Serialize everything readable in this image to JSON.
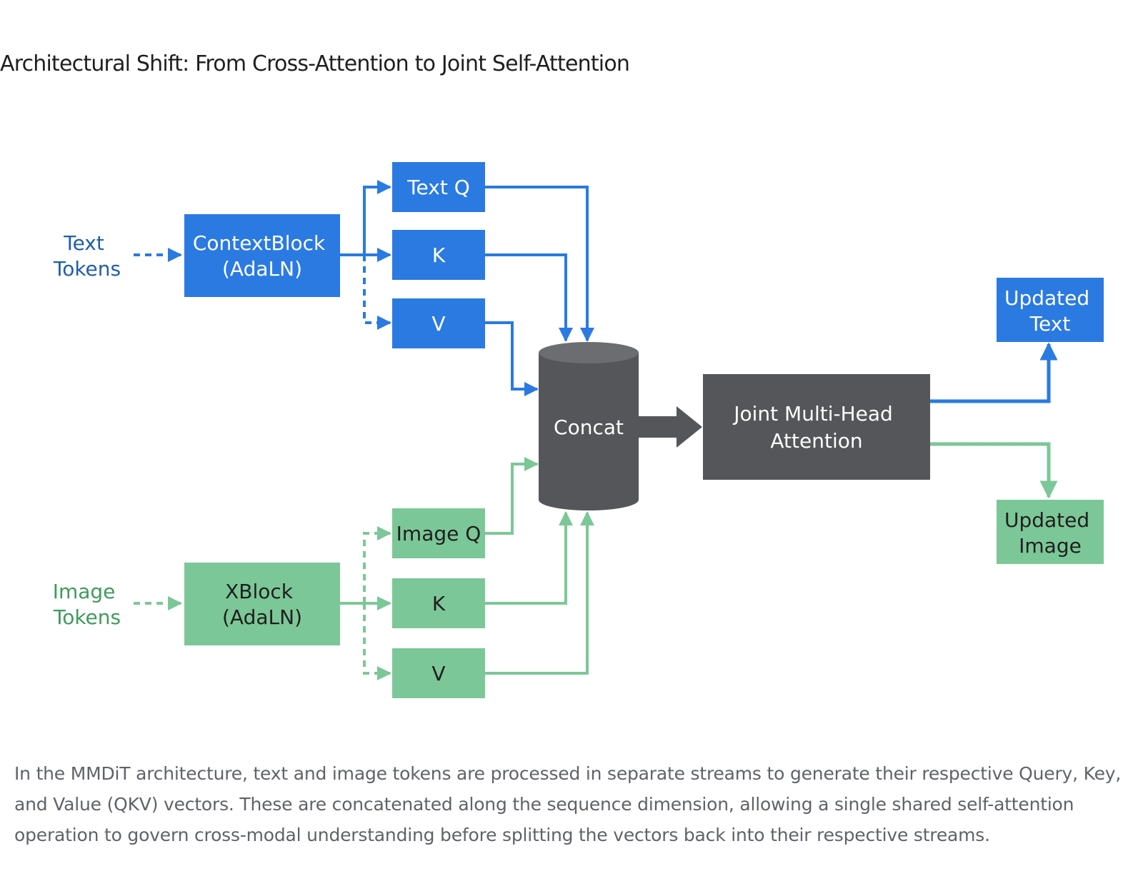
{
  "title": "Architectural Shift: From Cross-Attention to Joint Self-Attention",
  "colors": {
    "text_stream": "#2a7ae2",
    "image_stream": "#7cc797",
    "core": "#545659",
    "title_text": "#1f1f1f",
    "caption_text": "#5f6368",
    "text_label": "#1f5fa8",
    "image_label": "#3f9a5c"
  },
  "diagram": {
    "text_stream": {
      "input_label_line1": "Text",
      "input_label_line2": "Tokens",
      "block_line1": "ContextBlock",
      "block_line2": "(AdaLN)",
      "q_label": "Text Q",
      "k_label": "K",
      "v_label": "V",
      "output_line1": "Updated",
      "output_line2": "Text"
    },
    "image_stream": {
      "input_label_line1": "Image",
      "input_label_line2": "Tokens",
      "block_line1": "XBlock",
      "block_line2": "(AdaLN)",
      "q_label": "Image Q",
      "k_label": "K",
      "v_label": "V",
      "output_line1": "Updated",
      "output_line2": "Image"
    },
    "concat_label": "Concat",
    "attention_line1": "Joint Multi-Head",
    "attention_line2": "Attention"
  },
  "caption": "In the MMDiT architecture, text and image tokens are processed in separate streams to generate their respective Query, Key, and Value (QKV) vectors. These are concatenated along the sequence dimension, allowing a single shared self-attention operation to govern cross-modal understanding before splitting the vectors back into their respective streams."
}
